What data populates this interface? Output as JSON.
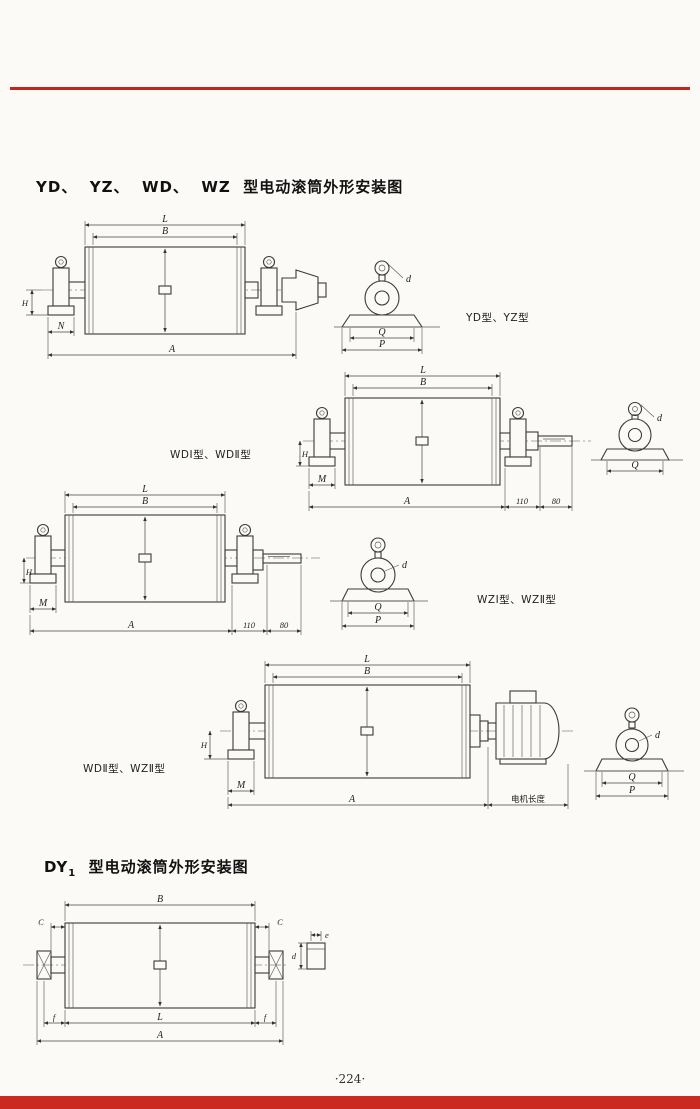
{
  "page": {
    "title_top": "YD、  YZ、  WD、  WZ  型电动滚筒外形安装图",
    "title_bottom_prefix": "DY",
    "title_bottom_sub": "1",
    "title_bottom_rest": "  型电动滚筒外形安装图",
    "page_number": "·224·"
  },
  "colors": {
    "accent_red_rule": "#c4241c",
    "footer_red_bar": "#cb2a20",
    "paper": "#fbfaf7",
    "line_ink": "#3a3a3a"
  },
  "captions": {
    "c1": "YD型、YZ型",
    "c2": "WDⅠ型、WDⅡ型",
    "c3": "WZⅠ型、WZⅡ型",
    "c4": "WDⅡ型、WZⅡ型"
  },
  "dims": {
    "L": "L",
    "B": "B",
    "A": "A",
    "H": "H",
    "M": "M",
    "N": "N",
    "Q": "Q",
    "P": "P",
    "d": "d",
    "e": "e",
    "f": "f",
    "C": "C",
    "n110": "110",
    "n80": "80",
    "motor_length": "电机长度"
  }
}
